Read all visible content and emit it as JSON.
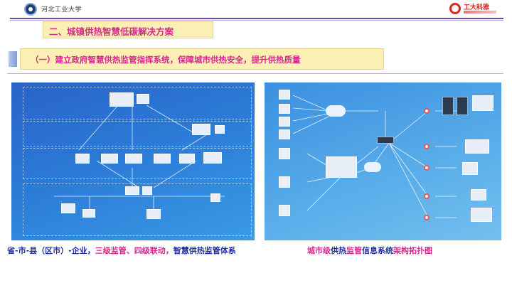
{
  "header": {
    "university_name": "河北工业大学",
    "brand_name": "工大科雅"
  },
  "section": {
    "title": "二、城镇供热智慧低碳解决方案"
  },
  "banner": {
    "text": "（一）建立政府智慧供热监管指挥系统，保障城市供热安全，提升供热质量"
  },
  "captions": {
    "left_part1": "省-市-县（区市）-企业，",
    "left_part2": "三级监管、四级联动，",
    "left_part3": "智慧供热监管体系",
    "right_part1": "城市级",
    "right_part2": "供热",
    "right_part3": "监管",
    "right_part4": "信息系统",
    "right_part5": "架构拓扑图"
  },
  "colors": {
    "accent_pink": "#d7298f",
    "navy_text": "#1c2f9e",
    "banner_bg": "#fcefb4",
    "rule_purple": "#6a4ca8",
    "diagram_blue": "#2b7ad6"
  },
  "icons": [
    "university-logo-icon",
    "brand-logo-icon",
    "server-icon",
    "cloud-icon",
    "monitor-icon",
    "building-icon"
  ]
}
